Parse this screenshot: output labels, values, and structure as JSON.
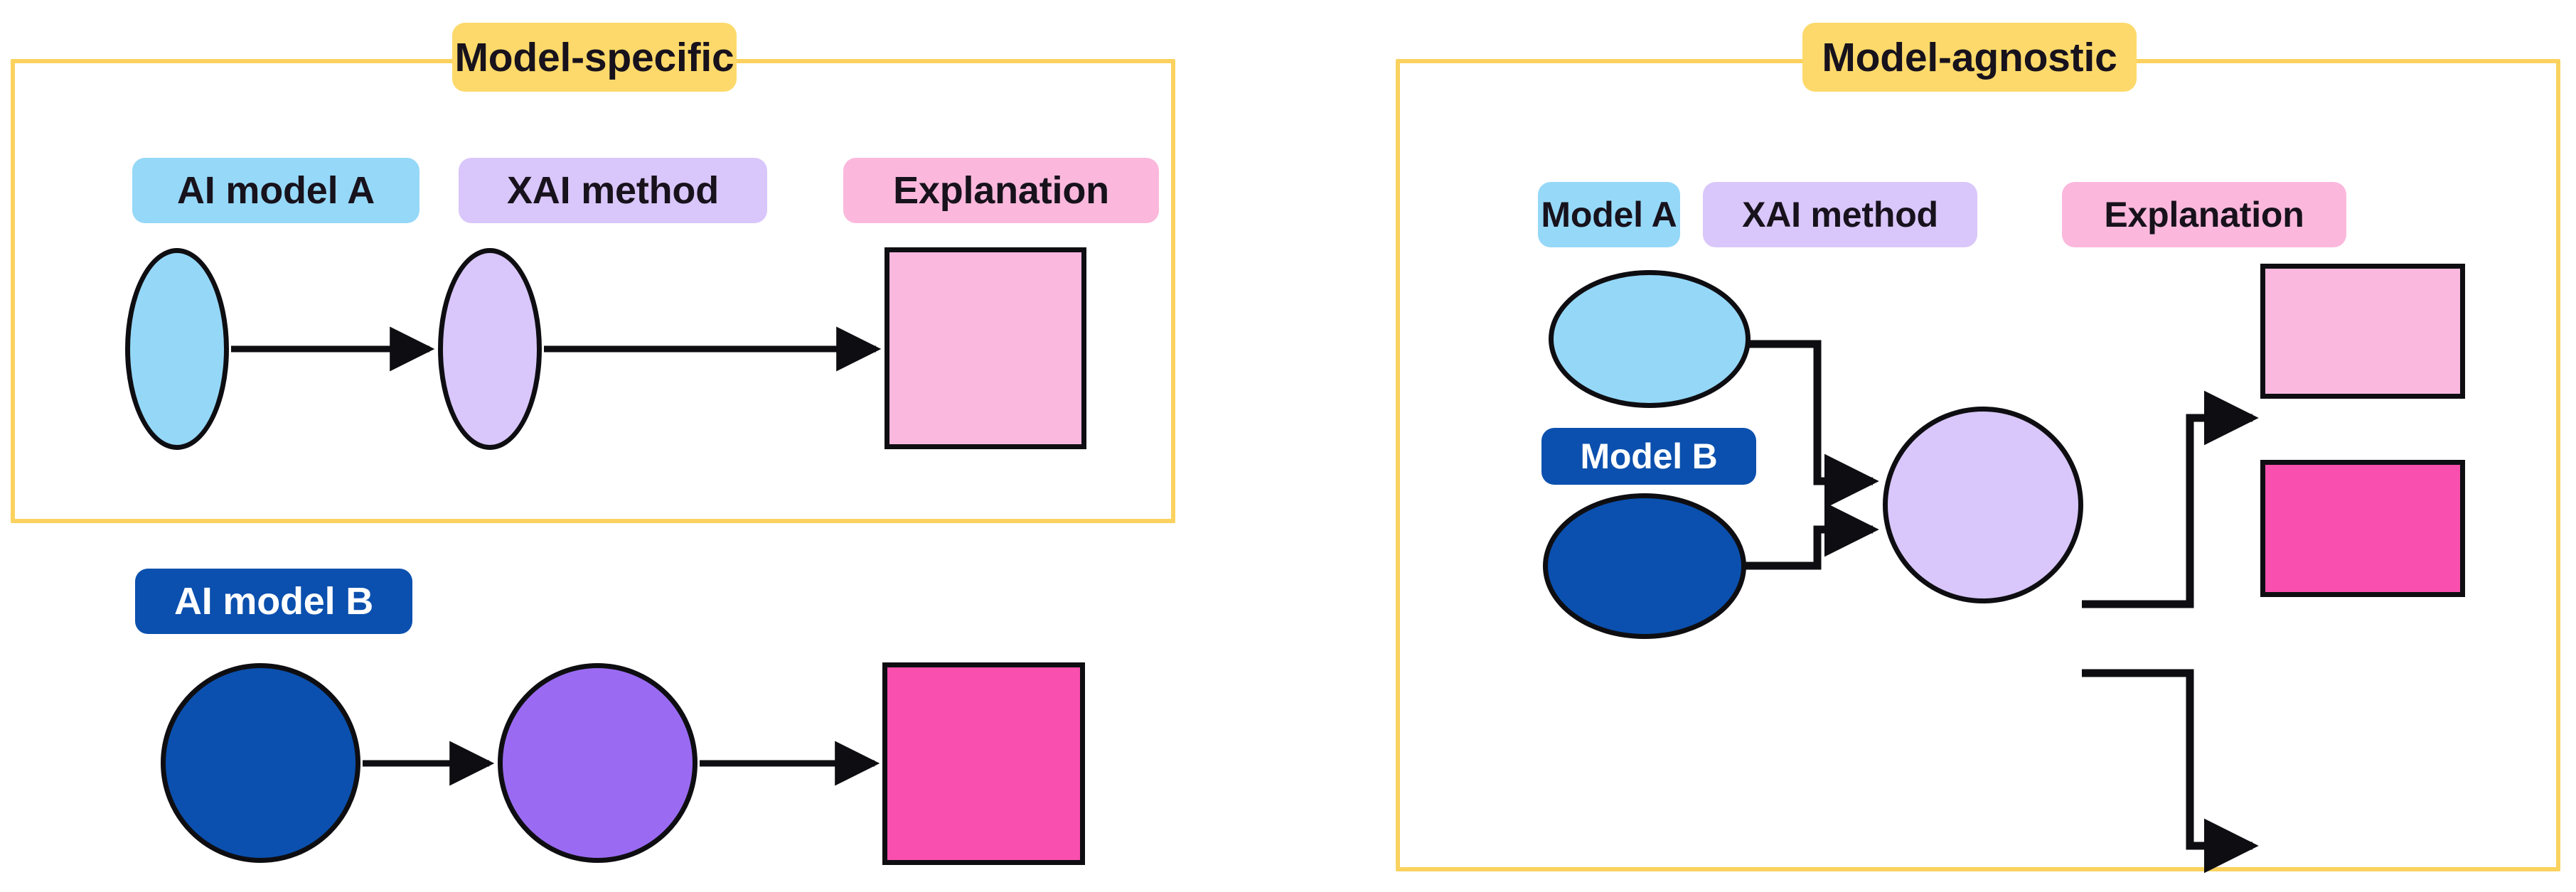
{
  "diagram": {
    "title_implicit": "Model-specific vs Model-agnostic XAI",
    "panels": [
      {
        "id": "model-specific",
        "title": "Model-specific",
        "rows": [
          {
            "labels": [
              "AI model A",
              "XAI method",
              "Explanation"
            ],
            "nodes": [
              "circle-light-blue",
              "circle-lavender",
              "square-light-pink"
            ],
            "flow": "AI model A -> XAI method -> Explanation"
          },
          {
            "labels": [
              "AI model B"
            ],
            "nodes": [
              "circle-dark-blue",
              "circle-purple",
              "square-hot-pink"
            ],
            "flow": "AI model B -> XAI method -> Explanation"
          }
        ]
      },
      {
        "id": "model-agnostic",
        "title": "Model-agnostic",
        "labels": [
          "Model A",
          "XAI method",
          "Explanation",
          "Model B"
        ],
        "nodes": [
          "circle-light-blue",
          "circle-dark-blue",
          "circle-lavender-shared",
          "square-light-pink",
          "square-hot-pink"
        ],
        "flow": "Model A and Model B -> shared XAI method -> two Explanations"
      }
    ],
    "labels": {
      "model_specific_title": "Model-specific",
      "model_agnostic_title": "Model-agnostic",
      "ai_model_a": "AI model A",
      "ai_model_b": "AI model B",
      "xai_method_left_top": "XAI method",
      "explanation_left_top": "Explanation",
      "model_a": "Model A",
      "model_b": "Model B",
      "xai_method_right": "XAI method",
      "explanation_right": "Explanation"
    },
    "colors": {
      "panel_border": "#FBD25F",
      "panel_title_chip": "#FCD96A",
      "chip_blue": "#96D8F8",
      "chip_purple": "#D9C6FA",
      "chip_pink": "#FBB8DC",
      "chip_dark_blue": "#0B50AE",
      "node_light_blue": "#95D7F7",
      "node_dark_blue": "#0B50AE",
      "node_lavender": "#D9C6FA",
      "node_purple": "#9A6BF2",
      "node_light_pink": "#FBB8DE",
      "node_hot_pink": "#F94FAF",
      "stroke": "#0e0e12",
      "background": "#FFFFFF"
    }
  }
}
